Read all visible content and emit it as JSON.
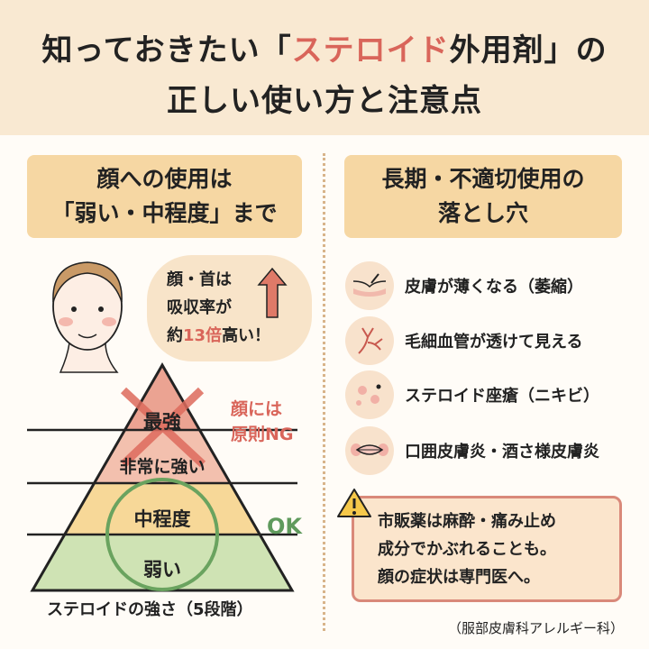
{
  "title": {
    "line1_pre": "知っておきたい「",
    "line1_accent": "ステロイド",
    "line1_post": "外用剤」の",
    "line2": "正しい使い方と注意点"
  },
  "left": {
    "heading_line1": "顔への使用は",
    "heading_line2": "「弱い・中程度」まで",
    "bubble": {
      "line1": "顔・首は",
      "line2": "吸収率が",
      "line3_pre": "約",
      "line3_accent": "13倍",
      "line3_post": "高い！"
    },
    "pyramid": {
      "tiers": [
        "最強",
        "非常に強い",
        "中程度",
        "弱い"
      ],
      "tier_colors": [
        "#eba392",
        "#f3c0ae",
        "#f7d898",
        "#cfe3b4"
      ],
      "ng_label_line1": "顔には",
      "ng_label_line2": "原則NG",
      "ok_label": "OK",
      "caption": "ステロイドの強さ（5段階）"
    }
  },
  "right": {
    "heading_line1": "長期・不適切使用の",
    "heading_line2": "落とし穴",
    "items": [
      {
        "icon": "skin-thinning-icon",
        "label": "皮膚が薄くなる（萎縮）"
      },
      {
        "icon": "blood-vessel-icon",
        "label": "毛細血管が透けて見える"
      },
      {
        "icon": "acne-icon",
        "label": "ステロイド座瘡（ニキビ）"
      },
      {
        "icon": "mouth-dermatitis-icon",
        "label": "口囲皮膚炎・酒さ様皮膚炎"
      }
    ],
    "warning": {
      "line1": "市販薬は麻酔・痛み止め",
      "line2": "成分でかぶれることも。",
      "line3": "顔の症状は専門医へ。"
    },
    "credit": "（服部皮膚科アレルギー科）"
  },
  "colors": {
    "accent": "#d9655a",
    "ok": "#5f9a5c",
    "header_bg": "#f9e9d2",
    "panel": "#f6d7a3"
  }
}
